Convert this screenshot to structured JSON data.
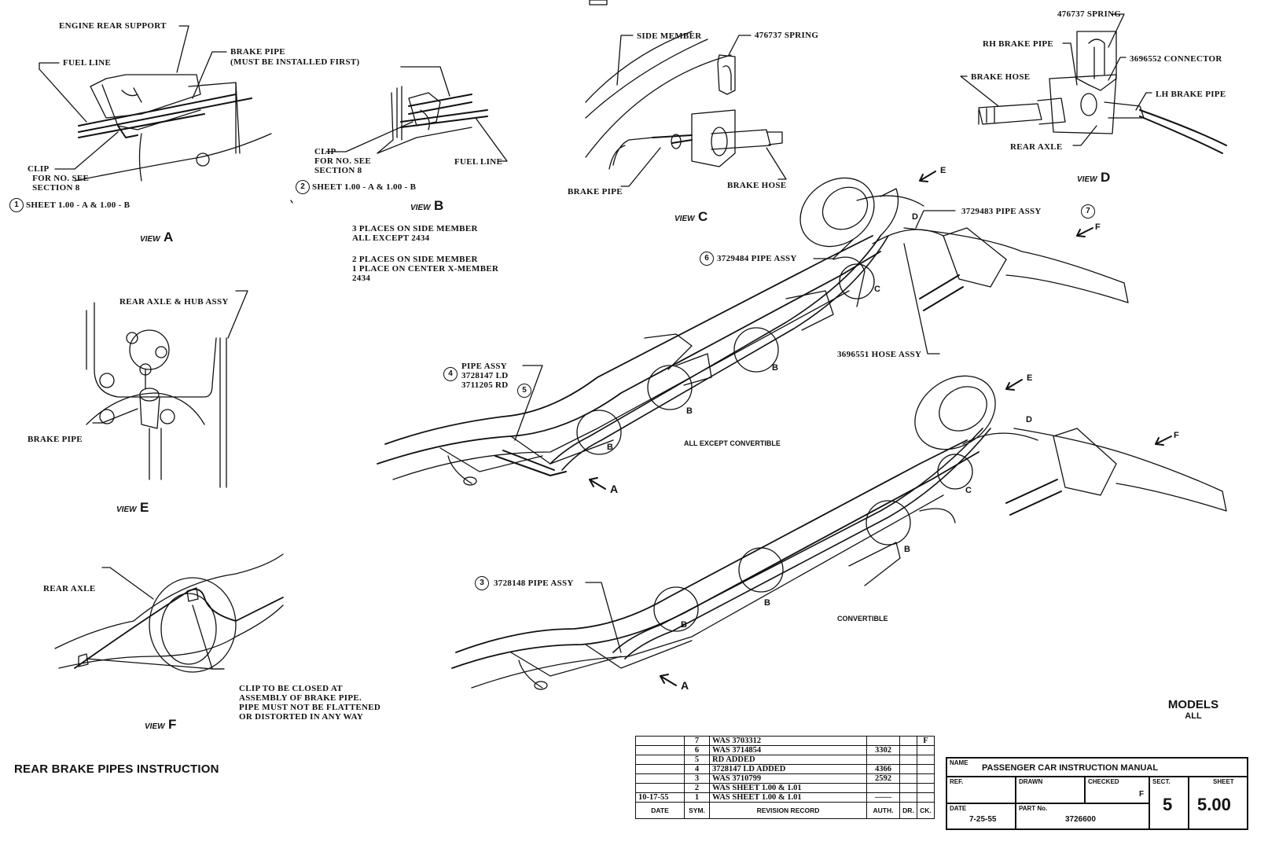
{
  "title": "REAR BRAKE PIPES INSTRUCTION",
  "models": {
    "label": "MODELS",
    "value": "ALL"
  },
  "view_word": "VIEW",
  "views": {
    "A": "A",
    "B": "B",
    "C": "C",
    "D": "D",
    "E": "E",
    "F": "F"
  },
  "labels": {
    "engine_rear_support": "ENGINE REAR SUPPORT",
    "fuel_line_a": "FUEL LINE",
    "brake_pipe_first_1": "BRAKE PIPE",
    "brake_pipe_first_2": "(MUST BE INSTALLED FIRST)",
    "clip_a": "CLIP\n  FOR NO. SEE\n  SECTION 8",
    "clip_a_sheet": "SHEET 1.00 - A & 1.00 - B",
    "clip_b": "CLIP\nFOR NO. SEE\nSECTION 8",
    "clip_b_sheet": "SHEET 1.00 - A & 1.00 - B",
    "fuel_line_b": "FUEL LINE",
    "places_1": "3 PLACES ON SIDE MEMBER\nALL EXCEPT 2434",
    "places_2": "2 PLACES ON SIDE MEMBER\n1 PLACE ON CENTER X-MEMBER\n2434",
    "side_member": "SIDE MEMBER",
    "spring_c": "476737 SPRING",
    "brake_pipe_c": "BRAKE PIPE",
    "brake_hose_c": "BRAKE HOSE",
    "spring_d": "476737 SPRING",
    "rh_brake_pipe": "RH BRAKE PIPE",
    "connector_d": "3696552 CONNECTOR",
    "brake_hose_d": "BRAKE HOSE",
    "lh_brake_pipe": "LH BRAKE PIPE",
    "rear_axle_d": "REAR AXLE",
    "pipe_assy_7": "3729483 PIPE ASSY",
    "pipe_assy_6": "3729484 PIPE ASSY",
    "hose_assy": "3696551 HOSE ASSY",
    "pipe_assy_4": "PIPE ASSY\n3728147 LD\n3711205 RD",
    "all_except_convertible": "ALL EXCEPT CONVERTIBLE",
    "convertible": "CONVERTIBLE",
    "pipe_assy_3": "3728148 PIPE ASSY",
    "rear_axle_hub": "REAR AXLE & HUB ASSY",
    "brake_pipe_e": "BRAKE PIPE",
    "rear_axle_f": "REAR AXLE",
    "clip_note": "CLIP TO BE CLOSED AT\nASSEMBLY OF BRAKE PIPE.\nPIPE MUST NOT BE FLATTENED\nOR DISTORTED IN ANY WAY",
    "arrow_A": "A",
    "arrow_B": "B",
    "arrow_C": "C",
    "arrow_D": "D",
    "arrow_E": "E",
    "arrow_F": "F"
  },
  "callouts": {
    "n1": "1",
    "n2": "2",
    "n3": "3",
    "n4": "4",
    "n5": "5",
    "n6": "6",
    "n7": "7"
  },
  "revision_table": {
    "rows": [
      {
        "date": "",
        "sym": "7",
        "record": "WAS 3703312",
        "auth": "",
        "dr": "",
        "ck": "F"
      },
      {
        "date": "",
        "sym": "6",
        "record": "WAS 3714854",
        "auth": "3302",
        "dr": "",
        "ck": ""
      },
      {
        "date": "",
        "sym": "5",
        "record": "RD ADDED",
        "auth": "",
        "dr": "",
        "ck": ""
      },
      {
        "date": "",
        "sym": "4",
        "record": "3728147 LD ADDED",
        "auth": "4366",
        "dr": "",
        "ck": ""
      },
      {
        "date": "",
        "sym": "3",
        "record": "WAS 3710799",
        "auth": "2592",
        "dr": "",
        "ck": ""
      },
      {
        "date": "",
        "sym": "2",
        "record": "WAS SHEET 1.00 & 1.01",
        "auth": "",
        "dr": "",
        "ck": ""
      },
      {
        "date": "10-17-55",
        "sym": "1",
        "record": "WAS SHEET 1.00 & 1.01",
        "auth": "——",
        "dr": "",
        "ck": ""
      }
    ],
    "headers": {
      "date": "DATE",
      "sym": "SYM.",
      "record": "REVISION RECORD",
      "auth": "AUTH.",
      "dr": "DR.",
      "ck": "CK."
    }
  },
  "title_block": {
    "name_label": "NAME",
    "name_value": "PASSENGER CAR INSTRUCTION MANUAL",
    "ref_label": "REF.",
    "drawn_label": "DRAWN",
    "checked_label": "CHECKED",
    "checked_value": "F",
    "sect_label": "SECT.",
    "sect_value": "5",
    "sheet_label": "SHEET",
    "sheet_value": "5.00",
    "date_label": "DATE",
    "date_value": "7-25-55",
    "partno_label": "PART No.",
    "partno_value": "3726600"
  }
}
